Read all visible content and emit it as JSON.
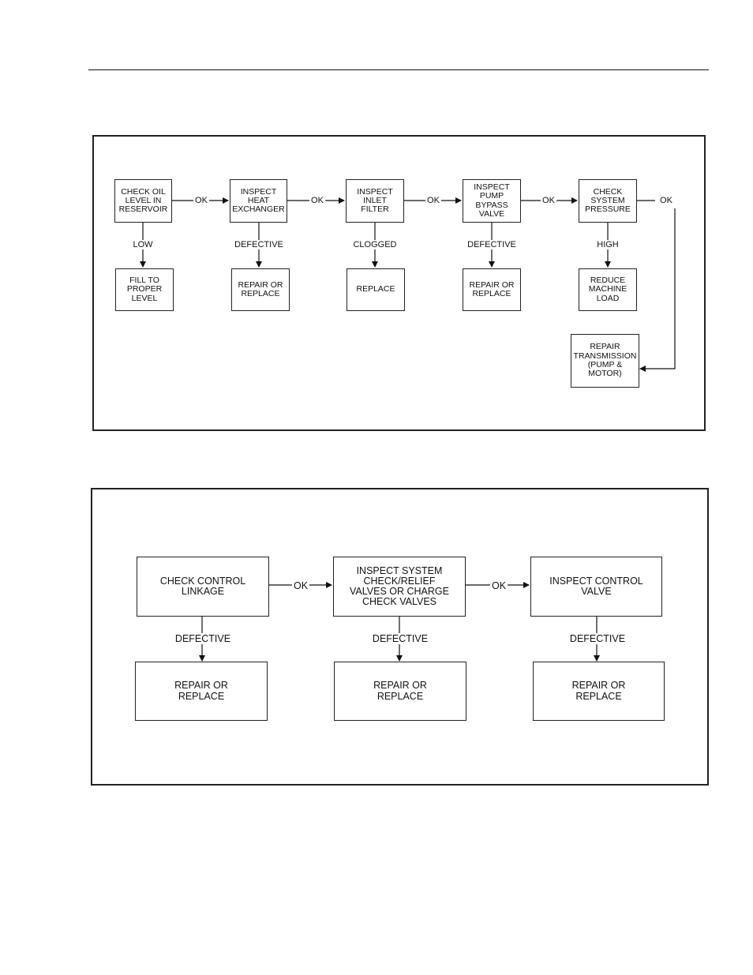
{
  "chart1": {
    "boxes": {
      "check_oil": "CHECK OIL\nLEVEL IN\nRESERVOIR",
      "inspect_heat_exchanger": "INSPECT\nHEAT\nEXCHANGER",
      "inspect_inlet_filter": "INSPECT\nINLET\nFILTER",
      "inspect_bypass_valve": "INSPECT\nPUMP\nBYPASS\nVALVE",
      "check_system_pressure": "CHECK\nSYSTEM\nPRESSURE",
      "fill_proper_level": "FILL TO\nPROPER\nLEVEL",
      "repair_replace_1": "REPAIR OR\nREPLACE",
      "replace": "REPLACE",
      "repair_replace_2": "REPAIR OR\nREPLACE",
      "reduce_machine_load": "REDUCE\nMACHINE\nLOAD",
      "repair_transmission": "REPAIR\nTRANSMISSION\n(PUMP &\nMOTOR)"
    },
    "labels": {
      "ok1": "OK",
      "ok2": "OK",
      "ok3": "OK",
      "ok4": "OK",
      "ok5": "OK",
      "low": "LOW",
      "defective1": "DEFECTIVE",
      "clogged": "CLOGGED",
      "defective2": "DEFECTIVE",
      "high": "HIGH"
    }
  },
  "chart2": {
    "boxes": {
      "check_control_linkage": "CHECK CONTROL\nLINKAGE",
      "inspect_check_relief": "INSPECT SYSTEM\nCHECK/RELIEF\nVALVES OR CHARGE\nCHECK VALVES",
      "inspect_control_valve": "INSPECT CONTROL\nVALVE",
      "repair_replace_a": "REPAIR OR\nREPLACE",
      "repair_replace_b": "REPAIR OR\nREPLACE",
      "repair_replace_c": "REPAIR OR\nREPLACE"
    },
    "labels": {
      "ok1": "OK",
      "ok2": "OK",
      "defective1": "DEFECTIVE",
      "defective2": "DEFECTIVE",
      "defective3": "DEFECTIVE"
    }
  }
}
